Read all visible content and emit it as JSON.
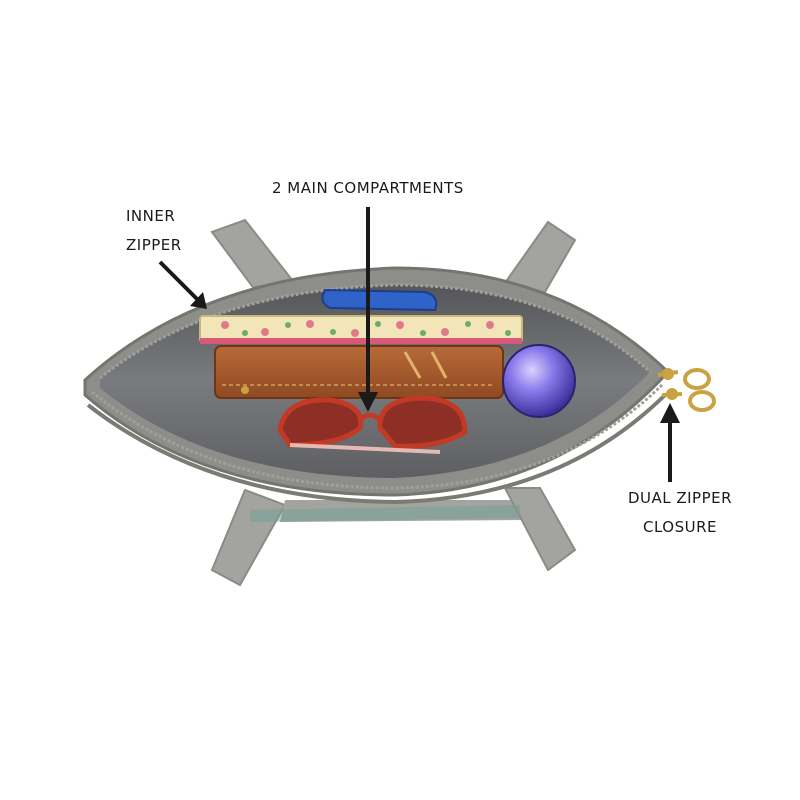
{
  "callouts": {
    "main_compartments": "2 MAIN COMPARTMENTS",
    "inner_zipper": [
      "INNER",
      "ZIPPER"
    ],
    "dual_zipper": [
      "DUAL ZIPPER",
      "CLOSURE"
    ]
  },
  "colors": {
    "background": "#ffffff",
    "bag_exterior": "#8d8d8a",
    "bag_lining": "#6e6e70",
    "handle": "#a3a49f",
    "wallet": "#a85a2c",
    "sunglasses": "#c23a25",
    "phone": "#2f63c7",
    "ball": "#7f6fe0",
    "zipper_pull": "#c9a341",
    "arrow": "#1a1a1a"
  },
  "objects": [
    "bag",
    "handles",
    "phone",
    "notebook",
    "wallet",
    "sunglasses",
    "ball",
    "zipper-pulls"
  ]
}
